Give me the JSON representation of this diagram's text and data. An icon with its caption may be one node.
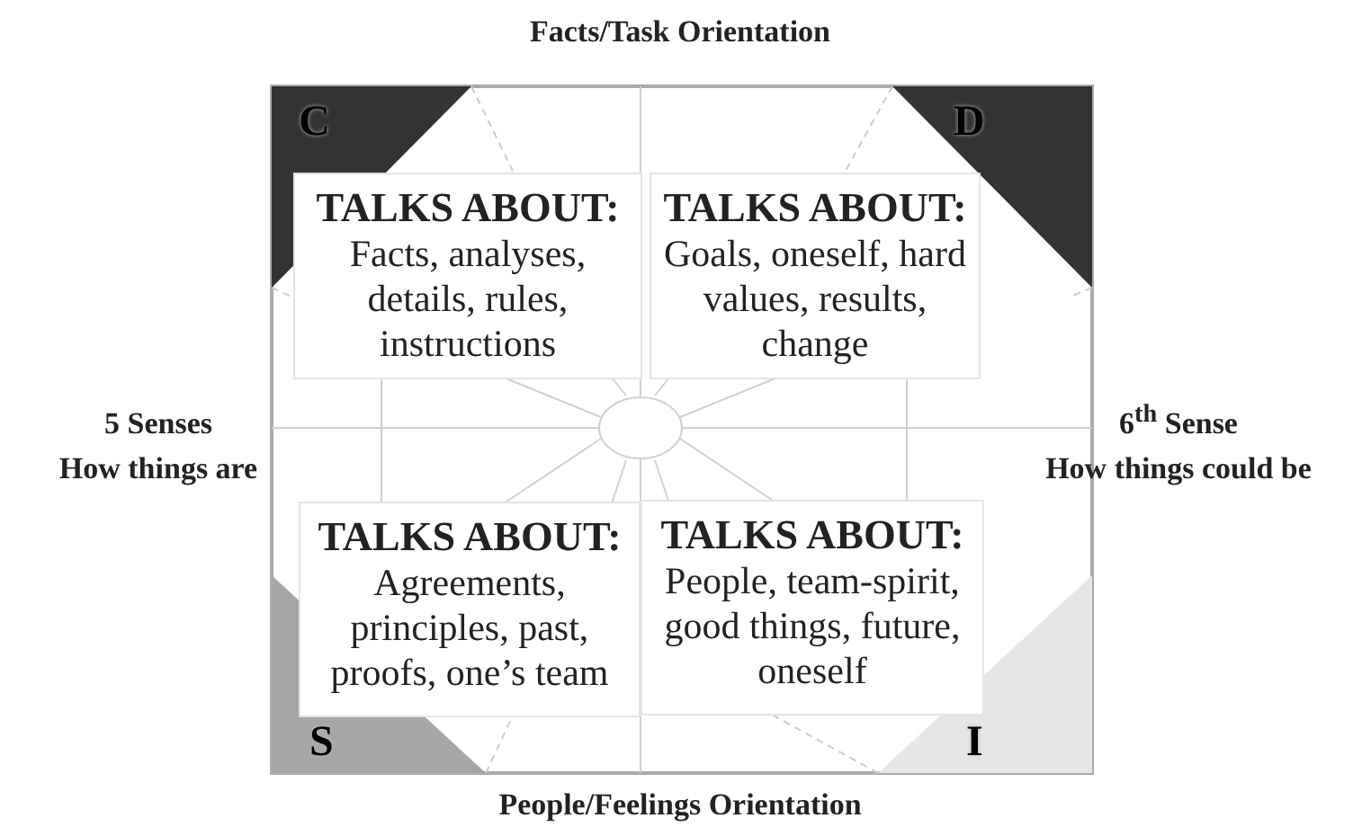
{
  "diagram": {
    "nodes": [
      {
        "text": [
          "TALKS ABOUT:",
          "Facts, analyses, details, rules, instructions"
        ]
      },
      {
        "text": [
          "TALKS ABOUT:",
          "Goals, oneself, hard values, results, change"
        ]
      },
      {
        "text": [
          "TALKS ABOUT:",
          "Agreements, principles, past, proofs, one’s team"
        ]
      },
      {
        "text": [
          "TALKS ABOUT:",
          "People, team-spirit, good things, future, oneself"
        ]
      }
    ],
    "edges": [],
    "labels": [
      "Facts/Task Orientation",
      "C",
      "D",
      "5 Senses",
      "How things are",
      "6$^{th}$ Sense",
      "How things could be",
      "S",
      "I",
      "People/Feelings Orientation"
    ]
  }
}
